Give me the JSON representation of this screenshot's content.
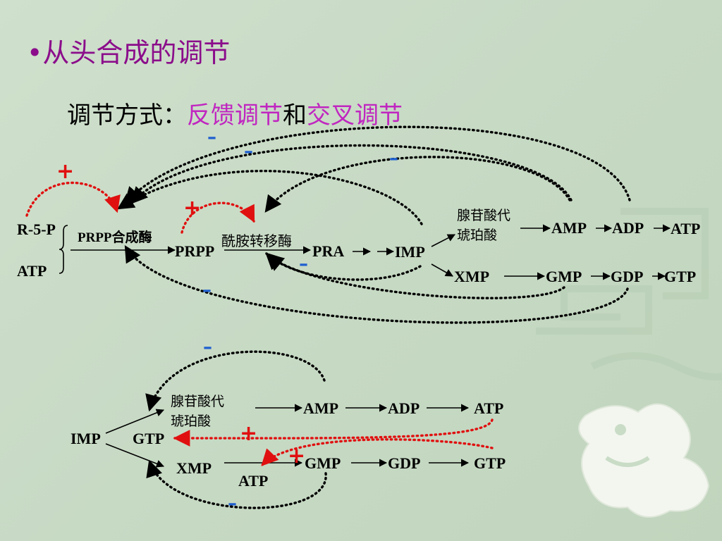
{
  "slide": {
    "title": "•从头合成的调节",
    "subtitle_prefix": "调节方式：",
    "feedback_term": "反馈调节",
    "conjunction": "和",
    "cross_term": "交叉调节"
  },
  "upper": {
    "r5p": "R-5-P",
    "atp_in": "ATP",
    "prpp_synthase": "PRPP合成酶",
    "prpp": "PRPP",
    "amido_transferase": "酰胺转移酶",
    "pra": "PRA",
    "imp": "IMP",
    "adenylosuccinate": "腺苷酸代\n琥珀酸",
    "amp": "AMP",
    "adp": "ADP",
    "atp": "ATP",
    "xmp": "XMP",
    "gmp": "GMP",
    "gdp": "GDP",
    "gtp": "GTP"
  },
  "lower": {
    "imp": "IMP",
    "gtp_mid": "GTP",
    "adenylosuccinate": "腺苷酸代\n琥珀酸",
    "amp": "AMP",
    "adp": "ADP",
    "atp": "ATP",
    "xmp": "XMP",
    "atp_mid": "ATP",
    "gmp": "GMP",
    "gdp": "GDP",
    "gtp": "GTP"
  },
  "signs": {
    "plus": "+",
    "minus": "–"
  },
  "colors": {
    "title": "#8b0d8b",
    "highlight": "#c026c0",
    "activation": "#e01010",
    "inhibition": "#1f5fd0",
    "background": "#c9dcc6"
  }
}
